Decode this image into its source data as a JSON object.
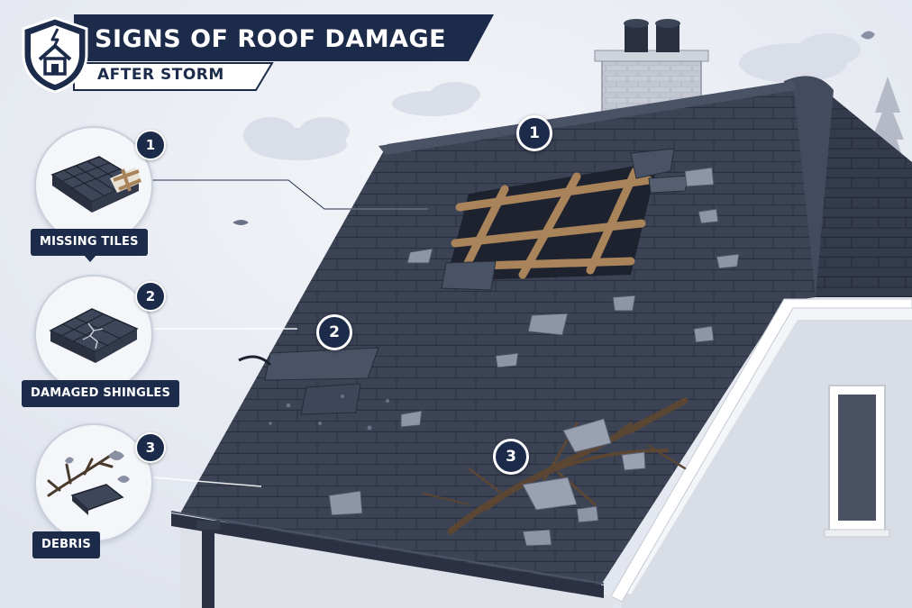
{
  "header": {
    "title": "SIGNS OF ROOF DAMAGE",
    "subtitle": "AFTER STORM"
  },
  "callouts": [
    {
      "number": "1",
      "label": "MISSING TILES"
    },
    {
      "number": "2",
      "label": "DAMAGED SHINGLES"
    },
    {
      "number": "3",
      "label": "DEBRIS"
    }
  ],
  "colors": {
    "navy": "#1c2b4a",
    "roof": "#3b4356",
    "sky": "#e9ecf3",
    "wood": "#a9835a"
  }
}
